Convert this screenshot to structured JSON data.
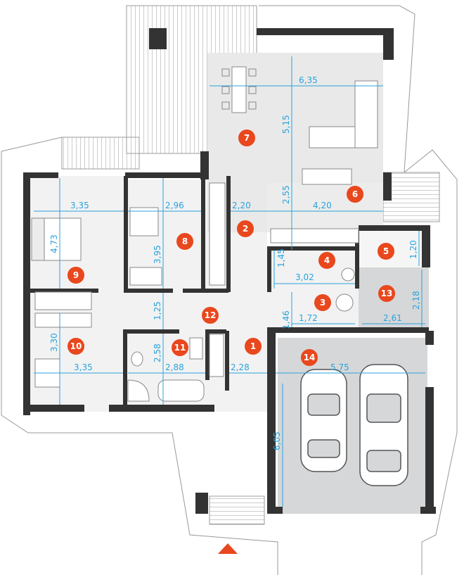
{
  "colors": {
    "wall": "#333333",
    "floor": "#efefef",
    "garage_floor": "#d6d7d8",
    "room_marker": "#e9471d",
    "dimension": "#29a3dd",
    "terrace": "#9b9b9b",
    "entrance_arrow": "#e9471d"
  },
  "rooms": [
    {
      "number": "1"
    },
    {
      "number": "2"
    },
    {
      "number": "3"
    },
    {
      "number": "4"
    },
    {
      "number": "5"
    },
    {
      "number": "6"
    },
    {
      "number": "7"
    },
    {
      "number": "8"
    },
    {
      "number": "9"
    },
    {
      "number": "10"
    },
    {
      "number": "11"
    },
    {
      "number": "12"
    },
    {
      "number": "13"
    },
    {
      "number": "14"
    }
  ],
  "dimensions": [
    "6,35",
    "5,15",
    "2,55",
    "4,20",
    "3,35",
    "2,96",
    "2,20",
    "4,73",
    "3,95",
    "1,45",
    "3,02",
    "1,20",
    "1,25",
    "1,46",
    "1,72",
    "2,18",
    "2,61",
    "3,30",
    "3,35",
    "2,58",
    "2,88",
    "2,28",
    "5,75",
    "6,05"
  ],
  "icons": {
    "entrance": "entrance-arrow-icon",
    "cars": "car-icon",
    "bed": "bed-icon",
    "sofa": "sofa-icon",
    "table": "dining-table-icon",
    "bathtub": "bathtub-icon",
    "shower": "shower-icon",
    "toilet": "toilet-icon"
  }
}
